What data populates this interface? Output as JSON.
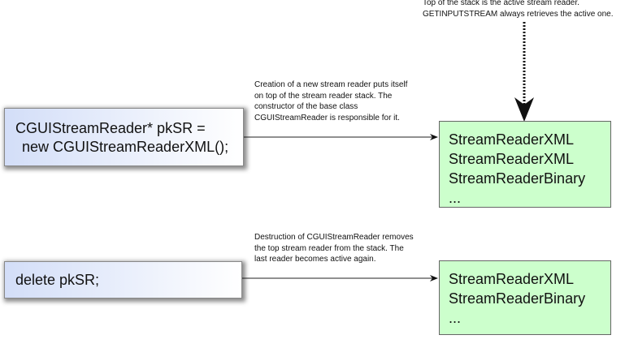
{
  "top_note": [
    "Top of the stack is the active stream reader.",
    "GETINPUTSTREAM always retrieves the active one."
  ],
  "create": {
    "code": [
      "CGUIStreamReader* pkSR =",
      "  new CGUIStreamReaderXML();"
    ],
    "note": [
      "Creation of a new stream reader puts itself",
      "on top of the stream reader stack. The",
      "constructor of the base class",
      "CGUIStreamReader is responsible for it."
    ],
    "stack": [
      "StreamReaderXML",
      "StreamReaderXML",
      "StreamReaderBinary",
      "..."
    ]
  },
  "delete": {
    "code": [
      "delete pkSR;"
    ],
    "note": [
      "Destruction of CGUIStreamReader removes",
      "the top stream reader from the stack. The",
      "last reader becomes active again."
    ],
    "stack": [
      "StreamReaderXML",
      "StreamReaderBinary",
      "..."
    ]
  },
  "colors": {
    "stack_fill": "#ccffcc",
    "code_gradient_start": "#d3def8"
  }
}
